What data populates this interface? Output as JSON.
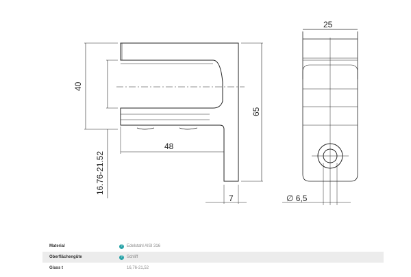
{
  "drawing": {
    "dims": {
      "d40": "40",
      "d16": "16.76-21.52",
      "d48": "48",
      "d65": "65",
      "d7": "7",
      "d25": "25",
      "d6": "6,5",
      "dia": "∅"
    }
  },
  "table": {
    "rows": [
      {
        "label": "Material",
        "value": "Edelstahl AISI 316",
        "help": true
      },
      {
        "label": "Oberflächengüte",
        "value": "Schliff",
        "help": true
      },
      {
        "label": "Glass t",
        "value": "16,76-21,52",
        "help": false
      }
    ]
  }
}
